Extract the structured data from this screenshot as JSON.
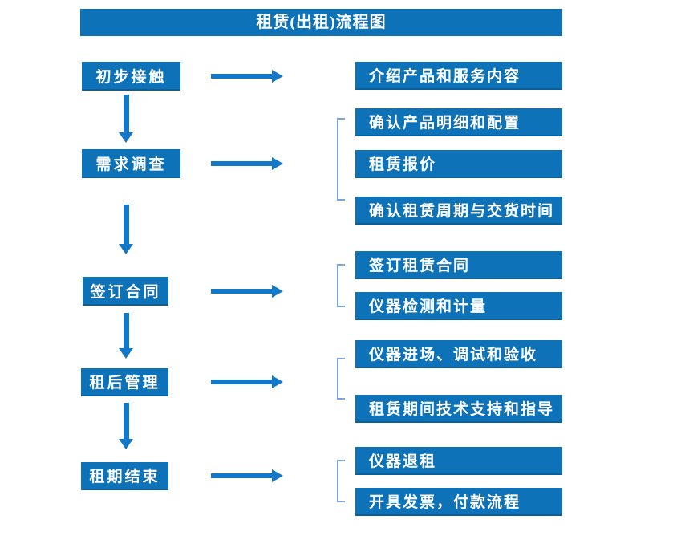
{
  "title": "租赁(出租)流程图",
  "colors": {
    "box_blue": "#0e72b9",
    "box_edge_blue": "#0a5f9d",
    "arrow_blue": "#1478c8",
    "bracket_blue": "#7aa4d8",
    "text_white": "#ffffff"
  },
  "steps": [
    {
      "label": "初步接触",
      "outputs": [
        "介绍产品和服务内容"
      ]
    },
    {
      "label": "需求调查",
      "outputs": [
        "确认产品明细和配置",
        "租赁报价",
        "确认租赁周期与交货时间"
      ]
    },
    {
      "label": "签订合同",
      "outputs": [
        "签订租赁合同",
        "仪器检测和计量"
      ]
    },
    {
      "label": "租后管理",
      "outputs": [
        "仪器进场、调试和验收",
        "租赁期间技术支持和指导"
      ]
    },
    {
      "label": "租期结束",
      "outputs": [
        "仪器退租",
        "开具发票，付款流程"
      ]
    }
  ]
}
